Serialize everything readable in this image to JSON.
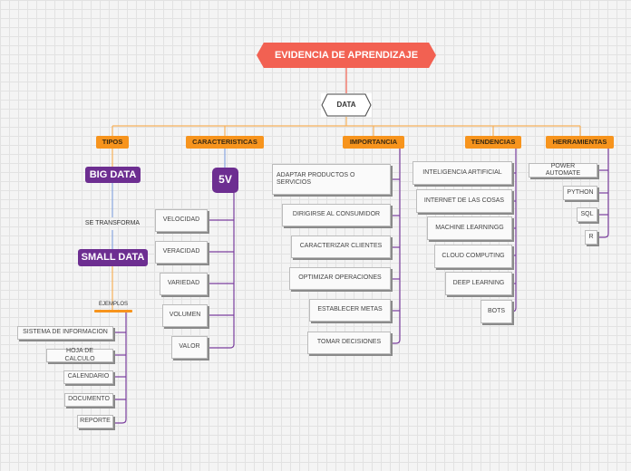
{
  "central": "EVIDENCIA DE APRENDIZAJE",
  "root": "DATA",
  "colors": {
    "title": "#f26152",
    "category": "#f7941d",
    "accent": "#6d2e91",
    "connector_orange": "#f7b15a",
    "connector_purple": "#7a3e9d",
    "connector_blue": "#8aa6e0"
  },
  "tipos": {
    "label": "TIPOS",
    "big_data": "BIG DATA",
    "transforma": "SE TRANSFORMA",
    "small_data": "SMALL DATA",
    "ejemplos": "EJEMPLOS",
    "items": [
      "SISTEMA DE INFORMACION",
      "HOJA DE CALCULO",
      "CALENDARIO",
      "DOCUMENTO",
      "REPORTE"
    ]
  },
  "caracteristicas": {
    "label": "CARACTERISTICAS",
    "hub": "5V",
    "items": [
      "VELOCIDAD",
      "VERACIDAD",
      "VARIEDAD",
      "VOLUMEN",
      "VALOR"
    ]
  },
  "importancia": {
    "label": "IMPORTANCIA",
    "items": [
      "ADAPTAR PRODUCTOS O SERVICIOS",
      "DIRIGIRSE AL CONSUMIDOR",
      "CARACTERIZAR CLIENTES",
      "OPTIMIZAR OPERACIONES",
      "ESTABLECER METAS",
      "TOMAR DECISIONES"
    ]
  },
  "tendencias": {
    "label": "TENDENCIAS",
    "items": [
      "INTELIGENCIA ARTIFICIAL",
      "INTERNET DE LAS COSAS",
      "MACHINE LEARNINGG",
      "CLOUD COMPUTING",
      "DEEP LEARNING",
      "BOTS"
    ]
  },
  "herramientas": {
    "label": "HERRAMIENTAS",
    "items": [
      "POWER AUTOMATE",
      "PYTHON",
      "SQL",
      "R"
    ]
  }
}
